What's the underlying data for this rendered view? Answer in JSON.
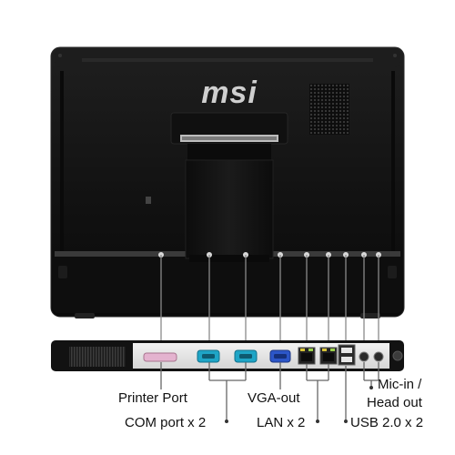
{
  "brand": {
    "logo_text": "msi"
  },
  "port_labels": {
    "printer": "Printer Port",
    "com": "COM port x 2",
    "vga": "VGA-out",
    "lan": "LAN x 2",
    "usb": "USB 2.0 x 2",
    "mic_line1": "Mic-in /",
    "mic_line2": "Head out"
  },
  "colors": {
    "chassis": "#141414",
    "io_panel": "#e8e8e8",
    "printer_port": "#e4b3cf",
    "com_port": "#1fa5c6",
    "vga_port": "#2c56c8",
    "lan_led": "#d7c338",
    "callout_line": "#777777"
  }
}
